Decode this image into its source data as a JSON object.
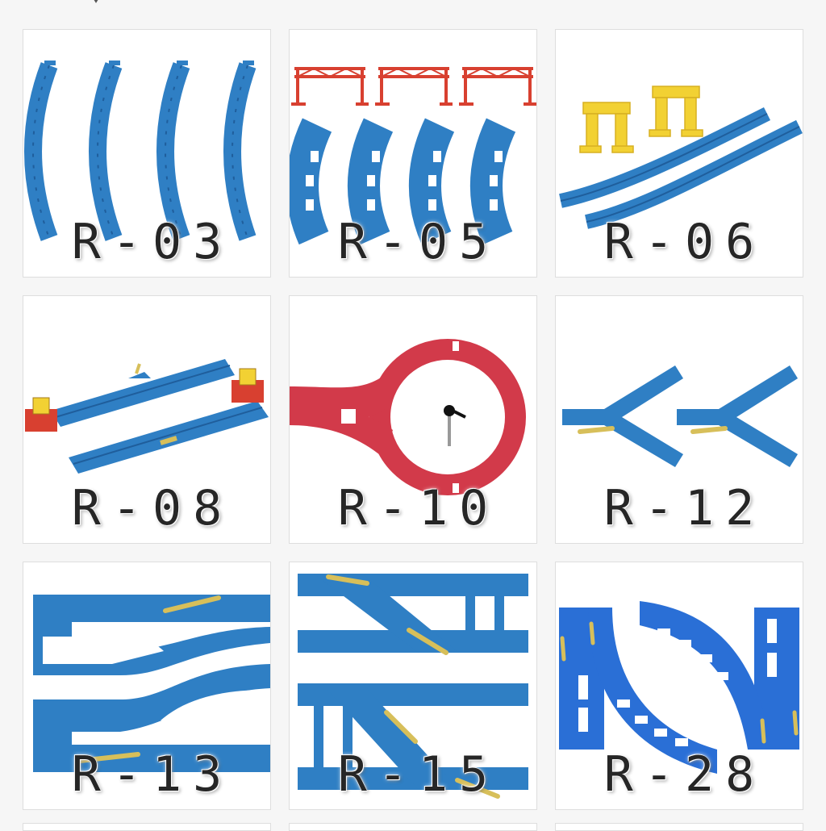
{
  "colors": {
    "track_blue": "#2f7fc4",
    "track_blue_dark": "#1f5e9c",
    "track_red": "#d23a4a",
    "pier_red": "#d84030",
    "pier_yellow": "#f2d133",
    "lever_yellow": "#d7bf5a",
    "label": "#262626"
  },
  "tiles": [
    {
      "code": "R-03",
      "art": "curved-rails-icon"
    },
    {
      "code": "R-05",
      "art": "elevated-curved-rails-icon"
    },
    {
      "code": "R-06",
      "art": "slope-rails-icon"
    },
    {
      "code": "R-08",
      "art": "stop-rails-icon"
    },
    {
      "code": "R-10",
      "art": "turnaround-loop-icon"
    },
    {
      "code": "R-12",
      "art": "y-switch-icon"
    },
    {
      "code": "R-13",
      "art": "switch-rails-icon"
    },
    {
      "code": "R-15",
      "art": "crossover-switch-icon"
    },
    {
      "code": "R-28",
      "art": "double-curve-switch-icon"
    }
  ]
}
